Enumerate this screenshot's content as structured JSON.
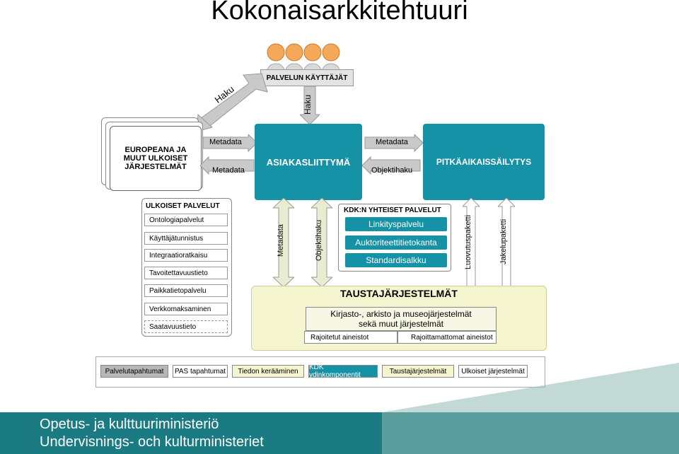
{
  "title": "Kokonaisarkkitehtuuri",
  "users": {
    "label": "PALVELUN KÄYTTÄJÄT"
  },
  "arrows": {
    "haku_left": "Haku",
    "haku_down": "Haku",
    "objektihaku_vertical": "Objektihaku",
    "metadata_vertical": "Metadata"
  },
  "europeana": {
    "label": "EUROPEANA JA MUUT ULKOISET JÄRJESTELMÄT"
  },
  "metadata_left_top": "Metadata",
  "metadata_left_bottom": "Metadata",
  "asiakasliittyma": "ASIAKASLIITTYMÄ",
  "metadata_right_top": "Metadata",
  "objektihaku_right": "Objektihaku",
  "pitkaaikaissailytys": "PITKÄAIKAISSÄILYTYS",
  "external_services": {
    "header": "ULKOISET PALVELUT",
    "items": [
      "Ontologiapalvelut",
      "Käyttäjätunnistus",
      "Integraatioratkaisu",
      "Tavoitettavuustieto",
      "Paikkatietopalvelu",
      "Verkkomaksaminen",
      "Saatavuustieto"
    ]
  },
  "kdk": {
    "header": "KDK:N YHTEISET PALVELUT",
    "items": [
      "Linkityspalvelu",
      "Auktoriteettitietokanta",
      "Standardisalkku"
    ]
  },
  "packages": {
    "luovutus": "Luovutuspaketti",
    "jakelu": "Jakelupaketti"
  },
  "background": {
    "header": "TAUSTAJÄRJESTELMÄT",
    "systems": "Kirjasto-, arkisto ja museojärjestelmät sekä muut järjestelmät",
    "restricted": "Rajoitetut aineistot",
    "unrestricted": "Rajoittamattomat aineistot"
  },
  "legend": [
    {
      "label": "Palvelutapahtumat",
      "bg": "#b7b7b7"
    },
    {
      "label": "PAS tapahtumat",
      "bg": "#ffffff"
    },
    {
      "label": "Tiedon kerääminen",
      "bg": "#f4f5cf"
    },
    {
      "label": "KDK ydinkomponentit",
      "bg": "#1592a6"
    },
    {
      "label": "Taustajärjestelmät",
      "bg": "#f4f5cf"
    },
    {
      "label": "Ulkoiset järjestelmät",
      "bg": "#ffffff"
    }
  ],
  "footer": {
    "line1": "Opetus- ja kulttuuriministeriö",
    "line2": "Undervisnings- och kulturministeriet"
  },
  "colors": {
    "teal": "#1592a6",
    "yellow": "#f4f5cf",
    "grey": "#b7b7b7",
    "footer": "#1b7b82"
  }
}
